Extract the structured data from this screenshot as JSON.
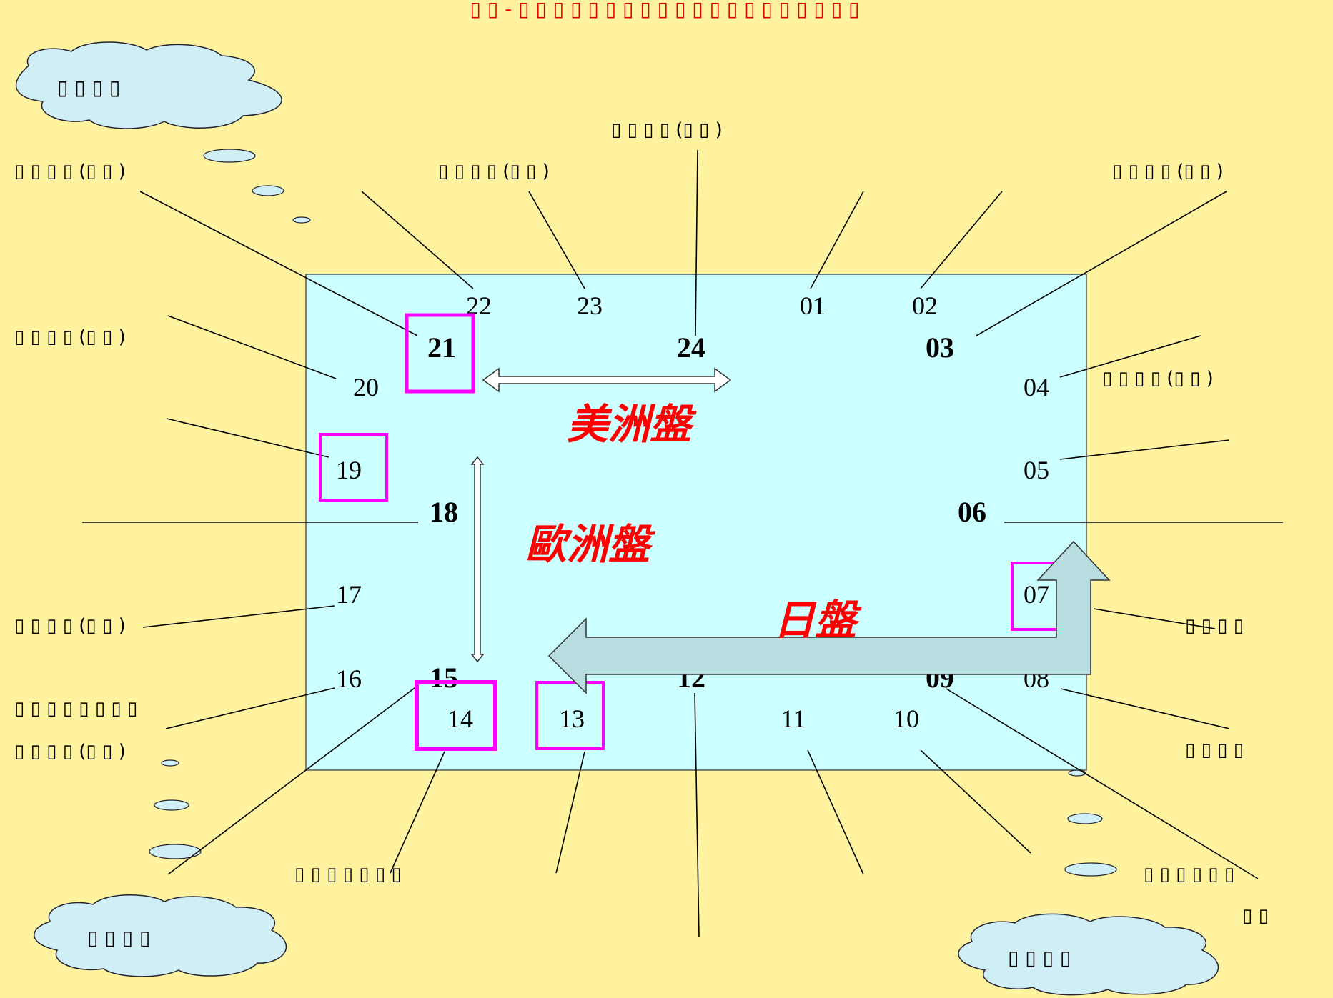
{
  "title": "▯ ▯ - ▯     ▯ ▯ ▯ ▯ ▯ ▯ ▯ ▯ ▯ ▯ ▯ ▯ ▯ ▯ ▯ ▯ ▯ ▯ ▯",
  "clouds": {
    "top_left": "▯ ▯ ▯ ▯",
    "bottom_left": "▯ ▯ ▯ ▯",
    "bottom_right": "▯ ▯ ▯ ▯"
  },
  "markets": {
    "americas": "美洲盤",
    "europe": "歐洲盤",
    "asia": "日盤"
  },
  "hours": {
    "h01": "01",
    "h02": "02",
    "h03": "03",
    "h04": "04",
    "h05": "05",
    "h06": "06",
    "h07": "07",
    "h08": "08",
    "h09": "09",
    "h10": "10",
    "h11": "11",
    "h12": "12",
    "h13": "13",
    "h14": "14",
    "h15": "15",
    "h16": "16",
    "h17": "17",
    "h18": "18",
    "h19": "19",
    "h20": "20",
    "h21": "21",
    "h22": "22",
    "h23": "23",
    "h24": "24"
  },
  "callouts": {
    "top_center": "▯ ▯ ▯ ▯ (▯ ▯ )",
    "top_left": "▯ ▯ ▯ ▯ (▯ ▯ )",
    "top_mid_left": "▯ ▯ ▯ ▯ (▯ ▯ )",
    "top_right": "▯ ▯ ▯ ▯ (▯ ▯ )",
    "left_20": "▯ ▯ ▯ ▯ (▯ ▯ )",
    "right_04": "▯ ▯ ▯ ▯ (▯ ▯ )",
    "left_17": "▯ ▯ ▯ ▯ (▯ ▯ )",
    "right_07": "▯ ▯ ▯ ▯",
    "left_16_line1": "▯ ▯ ▯ ▯ ▯ ▯ ▯ ▯",
    "left_16_line2": "▯ ▯ ▯ ▯ (▯ ▯ )",
    "right_08": "▯ ▯ ▯ ▯",
    "bottom_14": "▯ ▯ ▯ ▯ ▯ ▯ ▯",
    "bottom_right_line1": "▯ ▯ ▯ ▯ ▯ ▯",
    "bottom_right_line2": "▯ ▯"
  },
  "colors": {
    "background": "#fff3a0",
    "panel": "#ccffff",
    "highlight_box": "#ff00ff",
    "market_text": "#ff0000",
    "arrow_fill": "#b8dde0"
  }
}
